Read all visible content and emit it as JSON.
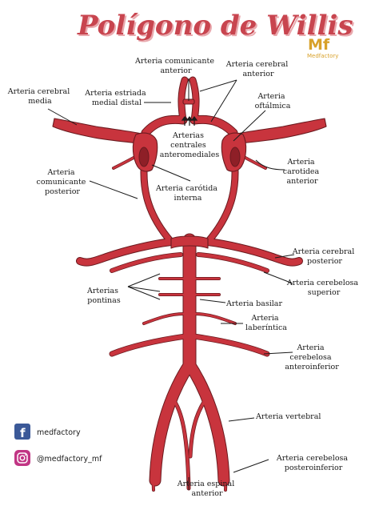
{
  "title": "Polígono de Willis",
  "logo": {
    "mark": "Mf",
    "name": "Medfactory"
  },
  "labels": {
    "comunicante_anterior": [
      "Arteria comunicante",
      "anterior"
    ],
    "cerebral_anterior": [
      "Arteria cerebral",
      "anterior"
    ],
    "cerebral_media": [
      "Arteria cerebral",
      "media"
    ],
    "estriada_medial": [
      "Arteria estriada",
      "medial distal"
    ],
    "oftalmica": [
      "Arteria",
      "oftálmica"
    ],
    "centrales_anteromediales": [
      "Arterias",
      "centrales",
      "anteromediales"
    ],
    "carotidea_anterior": [
      "Arteria",
      "carotidea",
      "anterior"
    ],
    "comunicante_posterior": [
      "Arteria",
      "comunicante",
      "posterior"
    ],
    "carotida_interna": [
      "Arteria carótida",
      "interna"
    ],
    "cerebral_posterior": [
      "Arteria cerebral",
      "posterior"
    ],
    "cerebelosa_superior": [
      "Arteria cerebelosa",
      "superior"
    ],
    "pontinas": [
      "Arterias",
      "pontinas"
    ],
    "basilar": [
      "Arteria basilar"
    ],
    "laberintica": [
      "Arteria",
      "laberíntica"
    ],
    "cerebelosa_anteroinferior": [
      "Arteria",
      "cerebelosa",
      "anteroinferior"
    ],
    "vertebral": [
      "Arteria vertebral"
    ],
    "cerebelosa_posteroinferior": [
      "Arteria cerebelosa",
      "posteroinferior"
    ],
    "espinal_anterior": [
      "Arteria espinal",
      "anterior"
    ]
  },
  "social": {
    "facebook": {
      "icon": "facebook-icon",
      "handle": "medfactory",
      "color": "#3b5998"
    },
    "instagram": {
      "icon": "instagram-icon",
      "handle": "@medfactory_mf",
      "color": "#c13584"
    }
  },
  "colors": {
    "artery": "#c8343d",
    "outline": "#6a1a1f",
    "title": "#c8454f",
    "logo": "#d8a12a"
  }
}
